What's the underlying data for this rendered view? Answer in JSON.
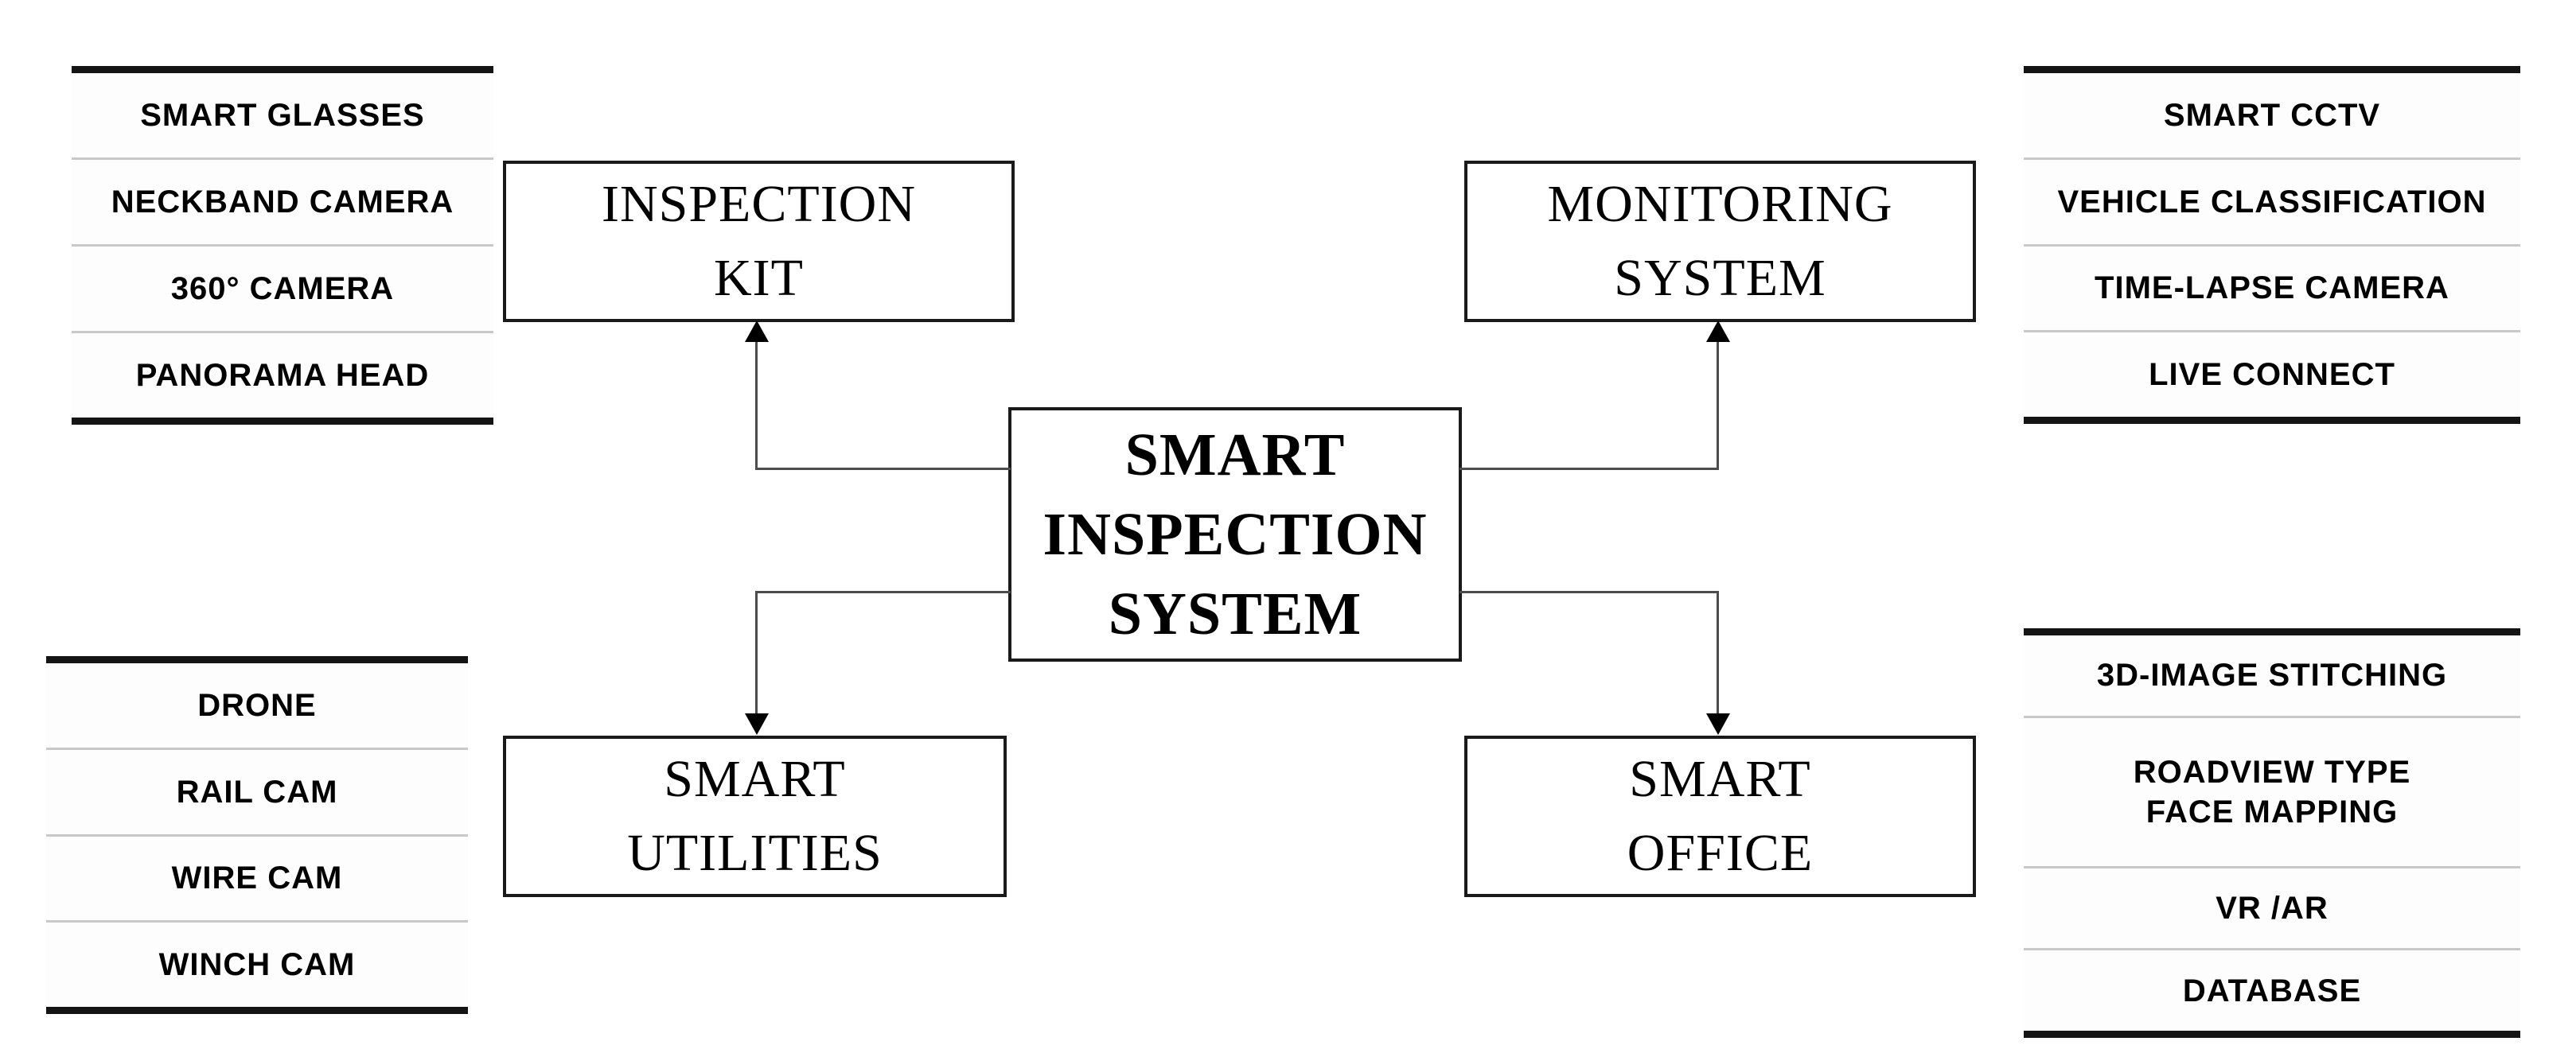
{
  "colors": {
    "background": "#ffffff",
    "text": "#000000",
    "box_border": "#1a1a1a",
    "table_border": "#141414",
    "row_separator": "#c8c8c8",
    "connector_line": "#4d4d4d",
    "arrowhead": "#000000"
  },
  "center_box": {
    "lines": [
      "SMART",
      "INSPECTION",
      "SYSTEM"
    ]
  },
  "boxes": {
    "inspection_kit": {
      "lines": [
        "INSPECTION",
        "KIT"
      ]
    },
    "monitoring_system": {
      "lines": [
        "MONITORING",
        "SYSTEM"
      ]
    },
    "smart_utilities": {
      "lines": [
        "SMART",
        "UTILITIES"
      ]
    },
    "smart_office": {
      "lines": [
        "SMART",
        "OFFICE"
      ]
    }
  },
  "lists": {
    "top_left": {
      "items": [
        "SMART GLASSES",
        "NECKBAND CAMERA",
        "360° CAMERA",
        "PANORAMA HEAD"
      ]
    },
    "bottom_left": {
      "items": [
        "DRONE",
        "RAIL CAM",
        "WIRE CAM",
        "WINCH CAM"
      ]
    },
    "top_right": {
      "items": [
        "SMART CCTV",
        "VEHICLE CLASSIFICATION",
        "TIME-LAPSE CAMERA",
        "LIVE CONNECT"
      ]
    },
    "bottom_right": {
      "row1": "3D-IMAGE STITCHING",
      "row2_line1": "ROADVIEW TYPE",
      "row2_line2": "FACE MAPPING",
      "row3": "VR /AR",
      "row4": "DATABASE"
    }
  }
}
